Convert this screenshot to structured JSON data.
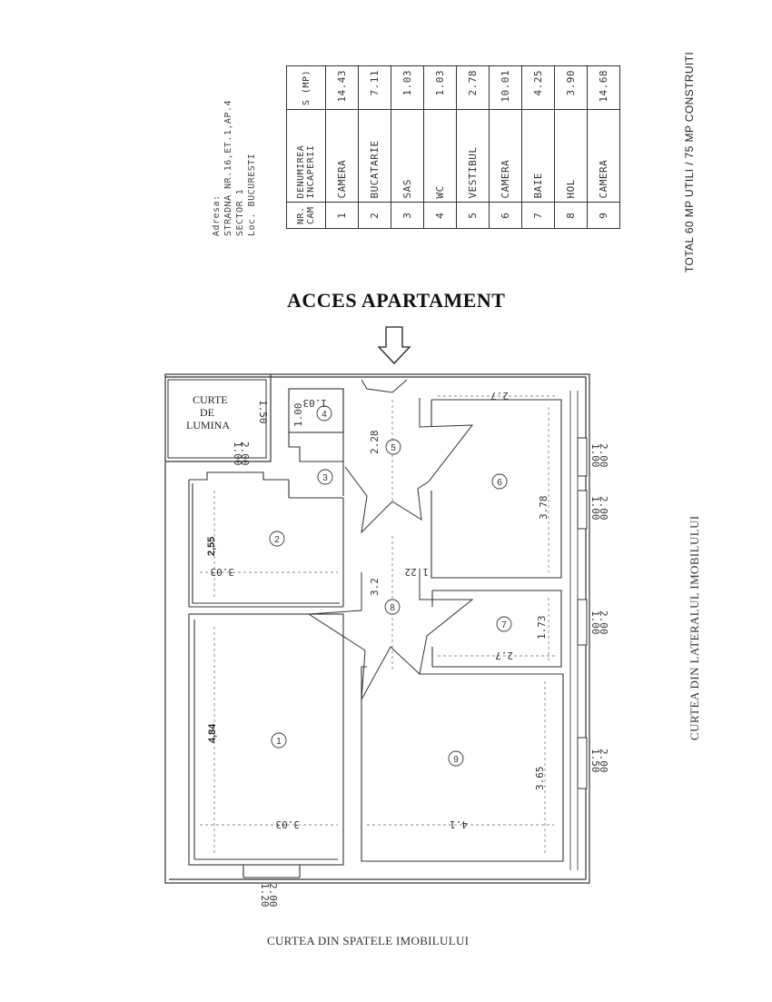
{
  "address": {
    "lines": [
      "Adresa:",
      "STRADNA NR.16,ET.1,AP.4",
      "SECTOR 1",
      "Loc. BUCURESTI"
    ]
  },
  "legend": {
    "header": {
      "nr": "NR. CAM",
      "name": "DENUMIREA INCAPERII",
      "area": "S (MP)"
    },
    "rooms": [
      {
        "nr": "1",
        "name": "CAMERA",
        "area": "14.43"
      },
      {
        "nr": "2",
        "name": "BUCATARIE",
        "area": "7.11"
      },
      {
        "nr": "3",
        "name": "SAS",
        "area": "1.03"
      },
      {
        "nr": "4",
        "name": "WC",
        "area": "1.03"
      },
      {
        "nr": "5",
        "name": "VESTIBUL",
        "area": "2.78"
      },
      {
        "nr": "6",
        "name": "CAMERA",
        "area": "10.01"
      },
      {
        "nr": "7",
        "name": "BAIE",
        "area": "4.25"
      },
      {
        "nr": "8",
        "name": "HOL",
        "area": "3.90"
      },
      {
        "nr": "9",
        "name": "CAMERA",
        "area": "14.68"
      }
    ]
  },
  "total_text": "TOTAL 60 MP UTILI / 75 MP CONSTRUITI",
  "access_title": "ACCES APARTAMENT",
  "side_label": "CURTEA DIN LATERALUL IMOBILULUI",
  "back_label": "CURTEA DIN SPATELE IMOBILULUI",
  "light_court": [
    "CURTE",
    "DE",
    "LUMINA"
  ],
  "room_numbers": [
    "1",
    "2",
    "3",
    "4",
    "5",
    "6",
    "7",
    "8",
    "9"
  ],
  "dimensions": {
    "d255": "2,55",
    "d303a": "3.03",
    "d484": "4,84",
    "d303b": "3.03",
    "d228": "2.28",
    "d32": "3.2",
    "d122": "1.22",
    "d378": "3.78",
    "d27a": "2.7",
    "d173": "1.73",
    "d27b": "2.7",
    "d365": "3.65",
    "d41": "4.1",
    "d103": "1.03",
    "d100": "1.00",
    "d150": "1.50",
    "w1": "1.00",
    "w1b": "2.00",
    "w2": "1.20",
    "w2b": "2.00",
    "w6a": "1.00",
    "w6b": "2.00",
    "w6c": "1.00",
    "w6d": "2.00",
    "w7a": "1.00",
    "w7b": "2.00",
    "w9a": "1.50",
    "w9b": "2.00"
  }
}
